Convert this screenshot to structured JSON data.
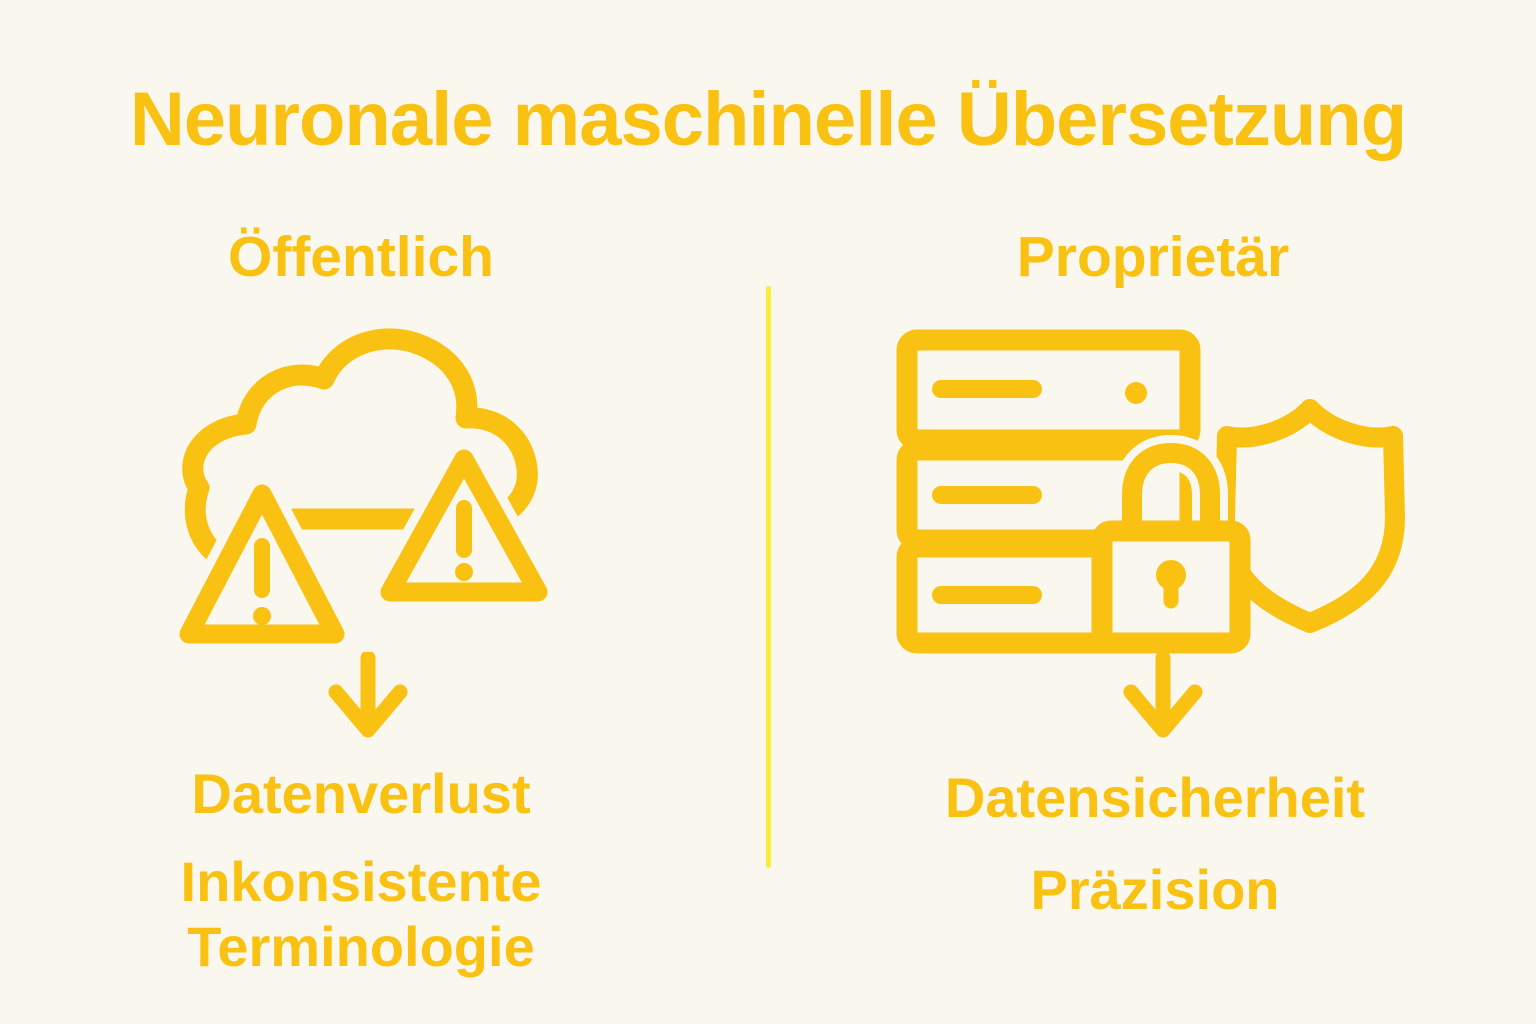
{
  "title": "Neuronale maschinelle Übersetzung",
  "colors": {
    "background": "#FAF7EE",
    "gold": "#F9C213",
    "divider_yellow": "#FBEB3D"
  },
  "columns": {
    "left": {
      "header": "Öffentlich",
      "icon": "cloud-with-warning-triangles-icon",
      "arrow_icon": "down-arrow-icon",
      "outcomes": [
        "Datenverlust",
        "Inkonsistente Terminologie"
      ]
    },
    "right": {
      "header": "Proprietär",
      "icon": "server-with-lock-and-shield-icon",
      "arrow_icon": "down-arrow-icon",
      "outcomes": [
        "Datensicherheit",
        "Präzision"
      ]
    }
  }
}
